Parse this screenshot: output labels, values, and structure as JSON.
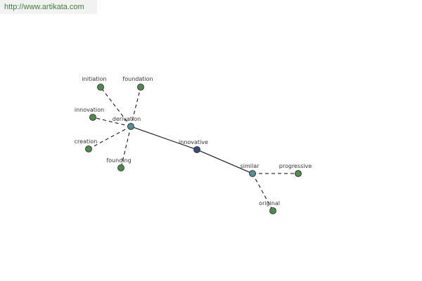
{
  "site": {
    "url": "http://www.artikata.com"
  },
  "graph": {
    "center": "innovative",
    "colors": {
      "center_node": "#3c4a82",
      "hub_node": "#4f8f94",
      "leaf_node": "#4e8a4e",
      "node_stroke": "#222222",
      "solid_edge": "#000000",
      "dashed_edge": "#000000"
    },
    "nodes": [
      {
        "id": "initiation",
        "label": "initiation",
        "kind": "leaf"
      },
      {
        "id": "foundation",
        "label": "foundation",
        "kind": "leaf"
      },
      {
        "id": "innovation",
        "label": "innovation",
        "kind": "leaf"
      },
      {
        "id": "derivation",
        "label": "derivation",
        "kind": "hub"
      },
      {
        "id": "creation",
        "label": "creation",
        "kind": "leaf"
      },
      {
        "id": "founding",
        "label": "founding",
        "kind": "leaf"
      },
      {
        "id": "innovative",
        "label": "innovative",
        "kind": "center"
      },
      {
        "id": "similar",
        "label": "similar",
        "kind": "hub"
      },
      {
        "id": "progressive",
        "label": "progressive",
        "kind": "leaf"
      },
      {
        "id": "original",
        "label": "original",
        "kind": "leaf"
      }
    ],
    "edges": [
      {
        "from": "innovative",
        "to": "derivation",
        "style": "solid"
      },
      {
        "from": "innovative",
        "to": "similar",
        "style": "solid"
      },
      {
        "from": "derivation",
        "to": "initiation",
        "style": "dashed"
      },
      {
        "from": "derivation",
        "to": "foundation",
        "style": "dashed"
      },
      {
        "from": "derivation",
        "to": "innovation",
        "style": "dashed"
      },
      {
        "from": "derivation",
        "to": "creation",
        "style": "dashed"
      },
      {
        "from": "derivation",
        "to": "founding",
        "style": "dashed"
      },
      {
        "from": "similar",
        "to": "progressive",
        "style": "dashed"
      },
      {
        "from": "similar",
        "to": "original",
        "style": "dashed"
      }
    ]
  }
}
